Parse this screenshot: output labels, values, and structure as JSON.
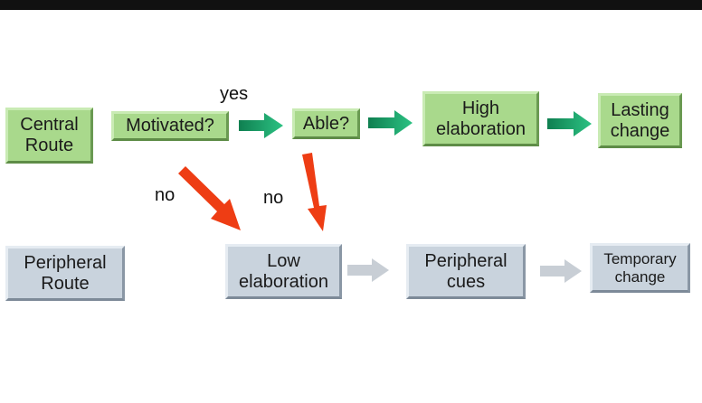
{
  "nodes": {
    "central_route": "Central\nRoute",
    "motivated": "Motivated?",
    "able": "Able?",
    "high_elaboration": "High\nelaboration",
    "lasting_change": "Lasting\nchange",
    "peripheral_route": "Peripheral\nRoute",
    "low_elaboration": "Low\nelaboration",
    "peripheral_cues": "Peripheral\ncues",
    "temporary_change": "Temporary\nchange"
  },
  "labels": {
    "yes": "yes",
    "no_motivated": "no",
    "no_able": "no"
  },
  "colors": {
    "green_box": "#a9d98c",
    "gray_box": "#c9d3dd",
    "green_arrow": "#1aa56e",
    "red_arrow": "#ee3d14",
    "gray_arrow": "#c8ced5"
  }
}
